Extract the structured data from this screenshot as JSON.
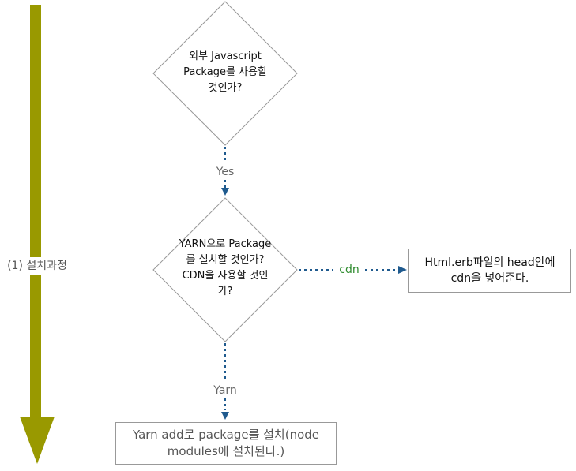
{
  "stage": {
    "label": "(1) 설치과정",
    "arrow_color": "#999900"
  },
  "nodes": {
    "decision_external": {
      "lines": [
        "외부 Javascript",
        "Package를 사용할",
        "것인가?"
      ]
    },
    "decision_yarn_cdn": {
      "lines": [
        "YARN으로 Package",
        "를 설치할 것인가?",
        "CDN을 사용할 것인",
        "가?"
      ]
    },
    "box_cdn": {
      "lines": [
        "Html.erb파일의 head안에",
        "cdn을 넣어준다."
      ]
    },
    "box_yarn": {
      "lines": [
        "Yarn add로 package를 설치(node",
        "modules에 설치된다.)"
      ]
    }
  },
  "edges": {
    "yes": {
      "label": "Yes",
      "color": "#666666"
    },
    "cdn": {
      "label": "cdn",
      "color": "#2e8b2e"
    },
    "yarn": {
      "label": "Yarn",
      "color": "#666666"
    }
  },
  "colors": {
    "connector": "#1f5a8e",
    "shape_border": "#999999"
  }
}
